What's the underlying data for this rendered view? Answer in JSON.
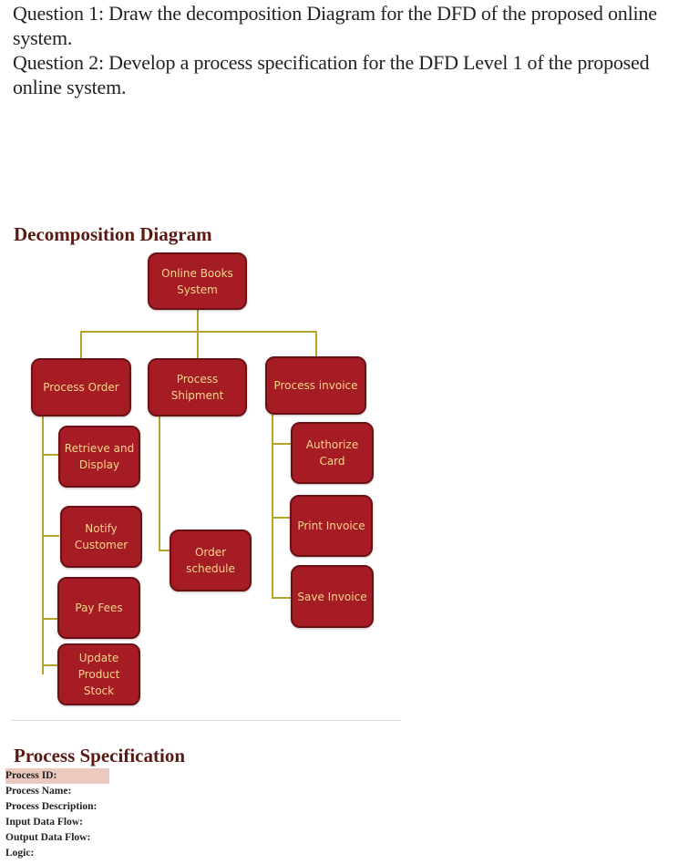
{
  "questions": {
    "q1_line1": "Question 1: Draw the decomposition Diagram for the DFD of the proposed online",
    "q1_line2": "system.",
    "q2_line1": "Question 2: Develop a process specification for the DFD Level 1 of the proposed",
    "q2_line2": "online system."
  },
  "diagram": {
    "title": "Decomposition Diagram",
    "colors": {
      "box_fill": "#a51c24",
      "box_border": "#6d1014",
      "box_text": "#f6d58a",
      "connector": "#b8a229"
    },
    "root": "Online Books System",
    "branches": [
      {
        "label": "Process Order",
        "children": [
          "Retrieve and Display",
          "Notify Customer",
          "Pay Fees",
          "Update Product Stock"
        ]
      },
      {
        "label": "Process Shipment",
        "children": [
          "Order schedule"
        ]
      },
      {
        "label": "Process invoice",
        "children": [
          "Authorize Card",
          "Print Invoice",
          "Save Invoice"
        ]
      }
    ]
  },
  "spec": {
    "title": "Process Specification",
    "fields": [
      "Process ID:",
      "Process Name:",
      "Process Description:",
      "Input Data Flow:",
      "Output Data Flow:",
      "Logic:"
    ],
    "highlight_color": "#ebc9bf"
  }
}
